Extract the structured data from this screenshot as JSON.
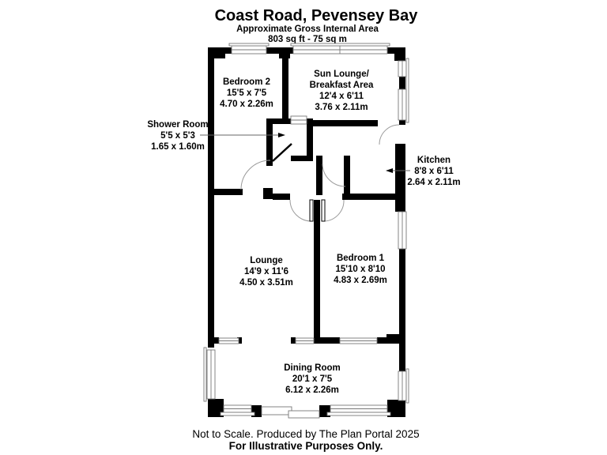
{
  "header": {
    "title": "Coast Road, Pevensey Bay",
    "subtitle1": "Approximate Gross Internal Area",
    "subtitle2": "803 sq ft - 75 sq m"
  },
  "rooms": {
    "bedroom2": {
      "lines": [
        "Bedroom 2",
        "15'5 x 7'5",
        "4.70 x 2.26m"
      ]
    },
    "sun_lounge": {
      "lines": [
        "Sun Lounge/",
        "Breakfast Area",
        "12'4 x 6'11",
        "3.76 x 2.11m"
      ]
    },
    "shower_room": {
      "lines": [
        "Shower Room",
        "5'5 x 5'3",
        "1.65 x 1.60m"
      ]
    },
    "kitchen": {
      "lines": [
        "Kitchen",
        "8'8 x 6'11",
        "2.64 x 2.11m"
      ]
    },
    "lounge": {
      "lines": [
        "Lounge",
        "14'9 x 11'6",
        "4.50 x 3.51m"
      ]
    },
    "bedroom1": {
      "lines": [
        "Bedroom 1",
        "15'10 x 8'10",
        "4.83 x 2.69m"
      ]
    },
    "dining_room": {
      "lines": [
        "Dining Room",
        "20'1 x 7'5",
        "6.12 x 2.26m"
      ]
    }
  },
  "footer": {
    "line1": "Not to Scale. Produced by The Plan Portal 2025",
    "line2": "For Illustrative Purposes Only."
  },
  "colors": {
    "wall": "#000000",
    "window_line": "#777777",
    "door_arc": "#9a9a9a",
    "background": "#ffffff"
  }
}
